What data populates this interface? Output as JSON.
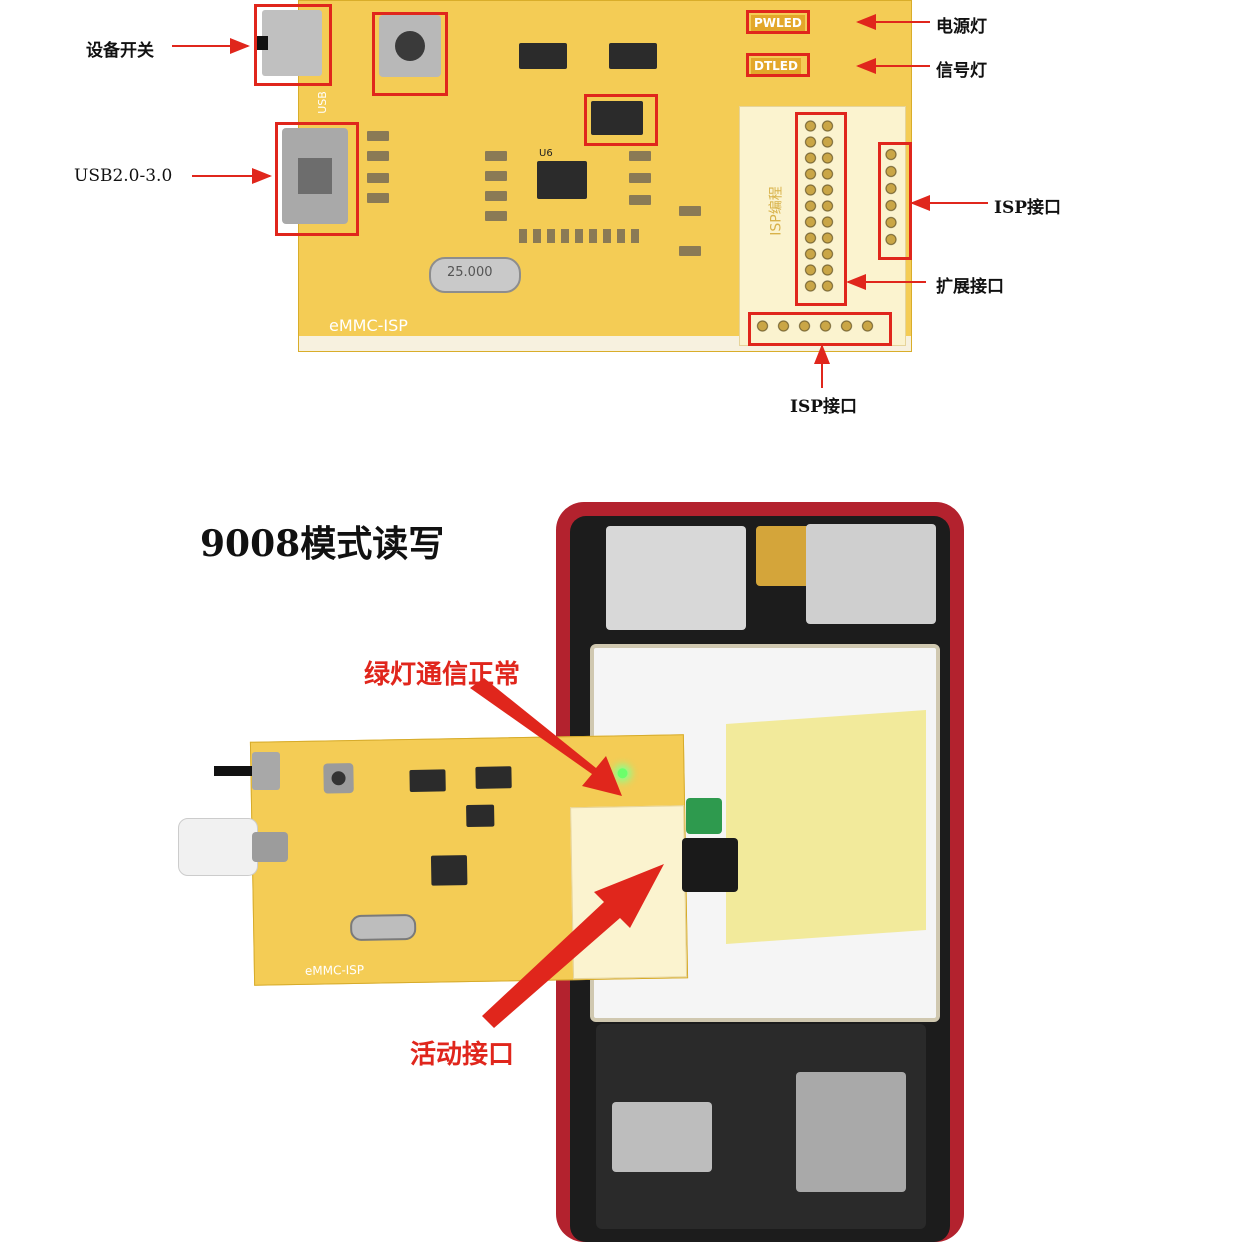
{
  "top_board": {
    "silkscreen_name": "eMMC-ISP",
    "crystal_label": "25.000",
    "pwled_label": "PWLED",
    "dtled_label": "DTLED",
    "usb_label": "USB",
    "isp_block_label": "ISP编程",
    "chip_label": "U6"
  },
  "callouts": {
    "device_switch": "设备开关",
    "usb": "USB2.0-3.0",
    "power_led": "电源灯",
    "signal_led": "信号灯",
    "isp_right": "ISP接口",
    "expansion": "扩展接口",
    "isp_bottom": "ISP接口"
  },
  "bottom": {
    "mode_title": "9008模式读写",
    "green_light_note": "绿灯通信正常",
    "active_port_note": "活动接口",
    "board_name": "eMMC-ISP"
  },
  "colors": {
    "pcb": "#f2c94c",
    "callout_red": "#e0261c",
    "phone_frame": "#b3222e"
  }
}
